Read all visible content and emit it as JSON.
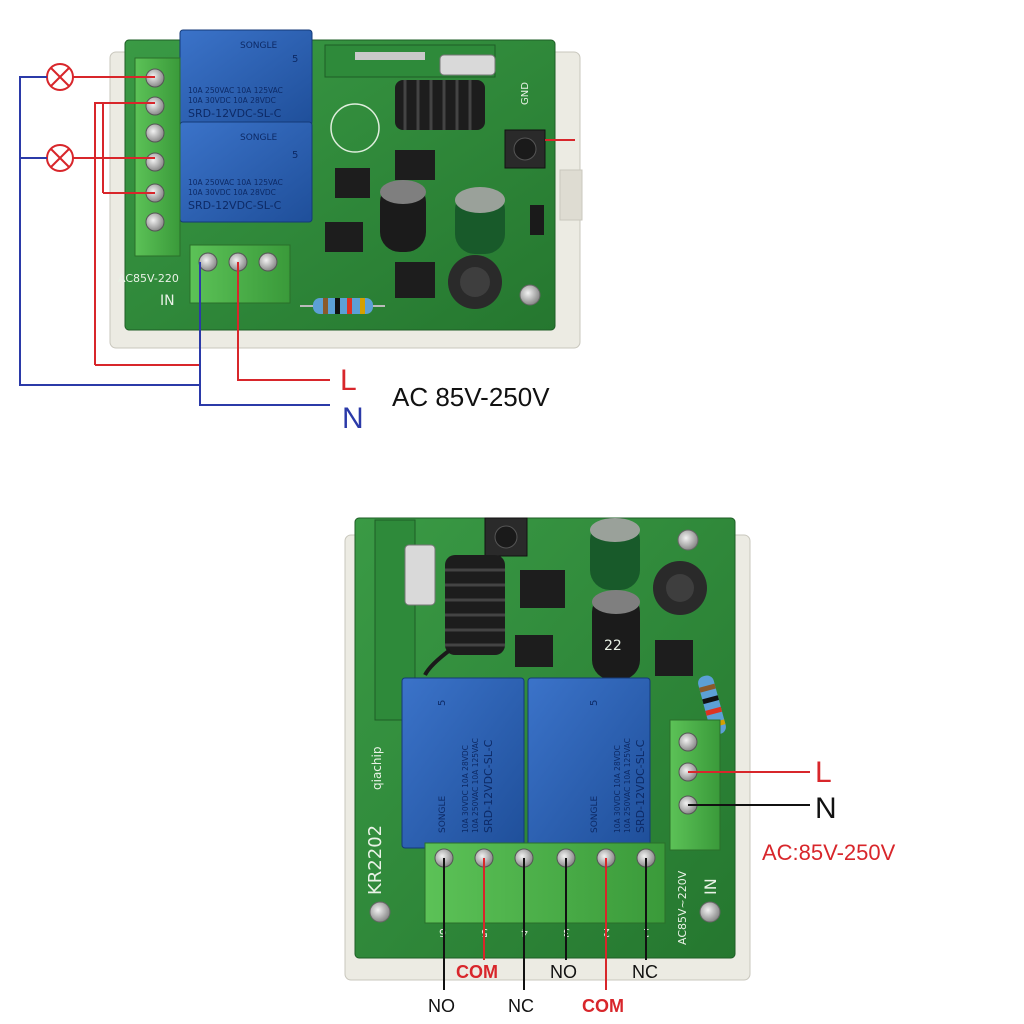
{
  "top_diagram": {
    "label_L": "L",
    "label_N": "N",
    "voltage": "AC 85V-250V",
    "relay_brand": "SONGLE",
    "relay_spec1": "10A 250VAC  10A 125VAC",
    "relay_spec2": "10A  30VDC  10A  28VDC",
    "relay_model": "SRD-12VDC-SL-C",
    "relay_mark": "5",
    "silk_ac": "AC85V-220",
    "silk_in": "IN",
    "silk_gnd": "GND"
  },
  "bottom_diagram": {
    "label_L": "L",
    "label_N": "N",
    "voltage": "AC:85V-250V",
    "board_model": "KR2202",
    "board_brand": "qiachip",
    "silk_ac": "AC85V~220V",
    "silk_in": "IN",
    "relay_brand": "SONGLE",
    "relay_spec1": "10A 250VAC 10A 125VAC",
    "relay_spec2": "10A 30VDC 10A 28VDC",
    "relay_model": "SRD-12VDC-SL-C",
    "relay_mark": "5",
    "pin_numbers": [
      "6",
      "5",
      "4",
      "3",
      "2",
      "1"
    ],
    "terminal_labels": [
      "NO",
      "COM",
      "NC",
      "NO",
      "COM",
      "NC"
    ],
    "cap_label": "22"
  },
  "colors": {
    "live_wire": "#d8262b",
    "neutral_wire": "#2b3aa8",
    "board": "#2f8a3c",
    "terminal": "#4fb04a",
    "relay": "#2d63b8"
  }
}
